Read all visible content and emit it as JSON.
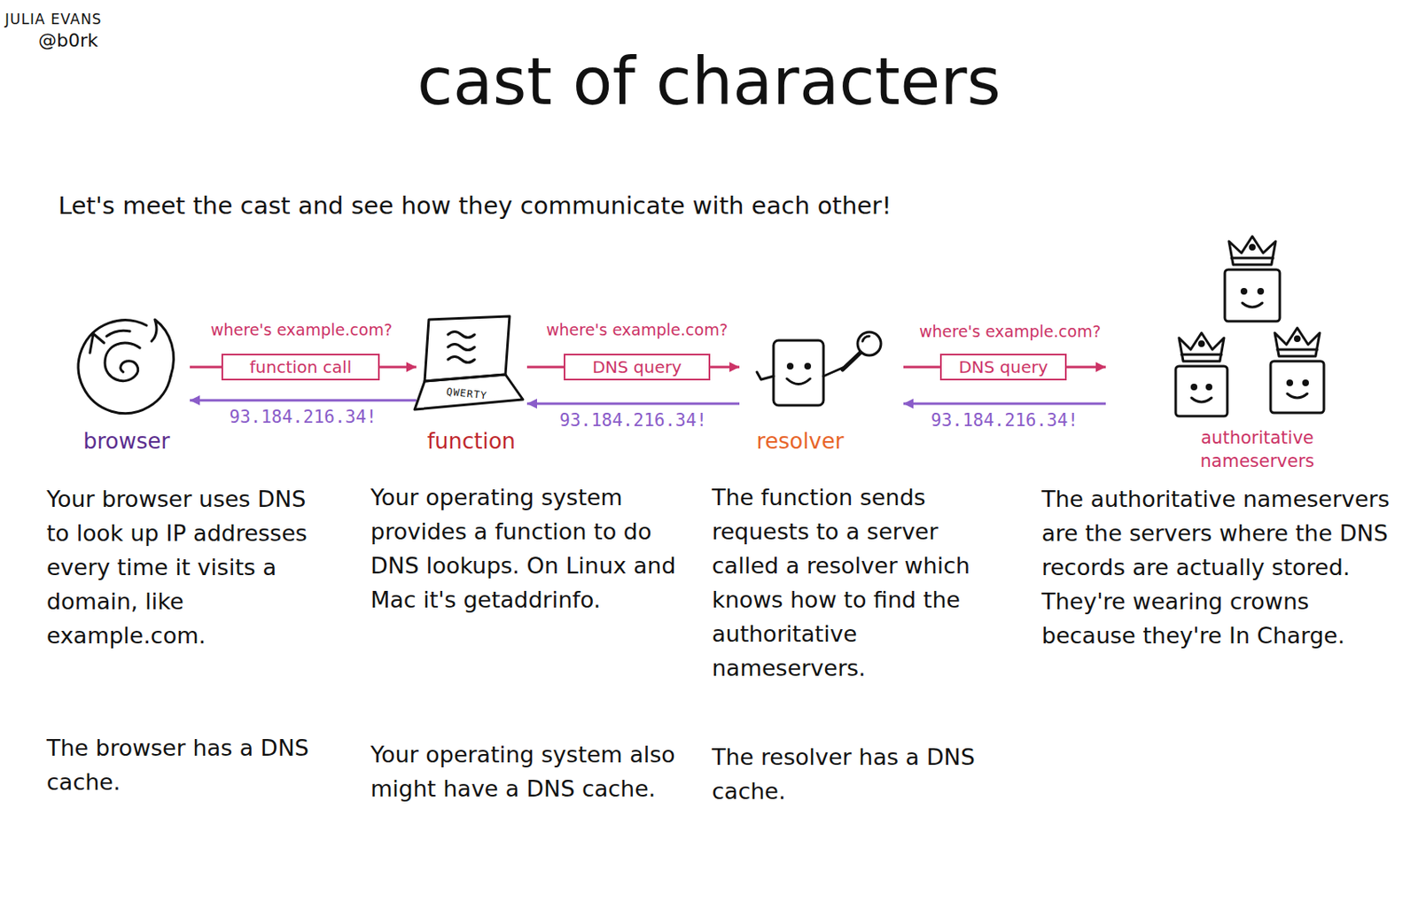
{
  "diagram": {
    "title": "cast of characters",
    "nodes": [
      {
        "text": [
          "browser"
        ]
      },
      {
        "text": [
          "function call"
        ]
      },
      {
        "text": [
          "function"
        ]
      },
      {
        "text": [
          "DNS query"
        ]
      },
      {
        "text": [
          "resolver"
        ]
      },
      {
        "text": [
          "DNS query"
        ]
      },
      {
        "text": [
          "authoritative nameservers"
        ]
      }
    ],
    "edges": [
      {
        "from": 0,
        "to": 1,
        "arrow": "none"
      },
      {
        "from": 1,
        "to": 2,
        "arrow": "to"
      },
      {
        "from": 2,
        "to": 0,
        "label": "93.184.216.34!",
        "arrow": "to"
      },
      {
        "from": 2,
        "to": 3,
        "arrow": "none"
      },
      {
        "from": 3,
        "to": 4,
        "arrow": "to"
      },
      {
        "from": 4,
        "to": 2,
        "label": "93.184.216.34!",
        "arrow": "to"
      },
      {
        "from": 4,
        "to": 5,
        "arrow": "none"
      },
      {
        "from": 5,
        "to": 6,
        "arrow": "to"
      },
      {
        "from": 6,
        "to": 4,
        "label": "93.184.216.34!",
        "arrow": "to"
      }
    ],
    "labels": [
      "JULIA EVANS",
      "@b0rk",
      "Let's meet the cast and see how they communicate with each other!",
      "where's example.com?",
      "where's example.com?",
      "where's example.com?",
      "QWERTY",
      "Your browser uses DNS to look up IP addresses every time it visits a domain, like example.com.",
      "The browser has a DNS cache.",
      "Your operating system provides a function to do DNS lookups. On Linux and Mac it's getaddrinfo.",
      "Your operating system also might have a DNS cache.",
      "The function sends requests to a server called a resolver which knows how to find the authoritative nameservers.",
      "The resolver has a DNS cache.",
      "The authoritative nameservers are the servers where the DNS records are actually stored. They're wearing crowns because they're In Charge."
    ]
  }
}
